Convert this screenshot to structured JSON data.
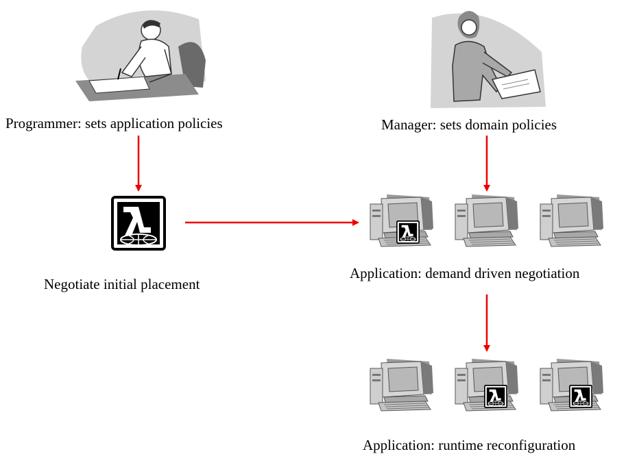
{
  "labels": {
    "programmer": "Programmer: sets application policies",
    "manager": "Manager: sets domain policies",
    "negotiate": "Negotiate initial placement",
    "demand": "Application: demand driven negotiation",
    "runtime": "Application: runtime reconfiguration"
  },
  "colors": {
    "arrow": "#ee0000",
    "figure_shading": "#c8c8c8",
    "computer_body": "#bdbdbd",
    "computer_dark": "#6e6e6e"
  },
  "icons": {
    "programmer": "programmer-figure",
    "manager": "manager-figure",
    "agent": "yellow-pages-agent-icon",
    "computer": "desktop-computer-icon"
  },
  "computers": {
    "demand_row": [
      {
        "has_agent": true
      },
      {
        "has_agent": false
      },
      {
        "has_agent": false
      }
    ],
    "runtime_row": [
      {
        "has_agent": false
      },
      {
        "has_agent": true
      },
      {
        "has_agent": true
      }
    ]
  }
}
